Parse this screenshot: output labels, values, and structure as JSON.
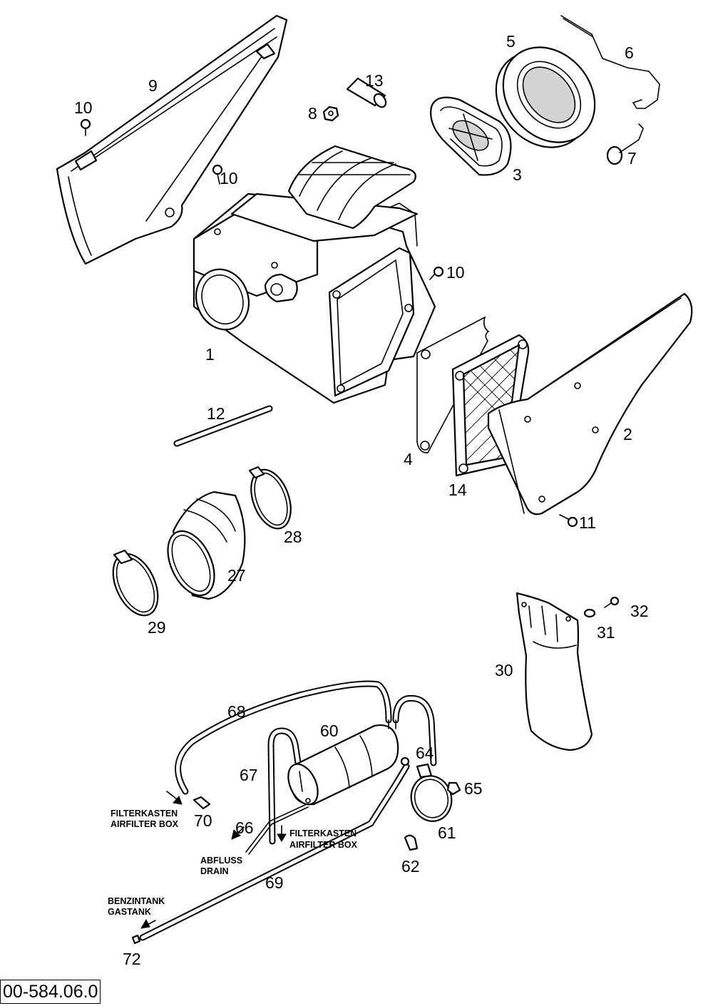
{
  "callouts": {
    "c1": "1",
    "c2": "2",
    "c3": "3",
    "c4": "4",
    "c5": "5",
    "c6": "6",
    "c7": "7",
    "c8": "8",
    "c9": "9",
    "c10a": "10",
    "c10b": "10",
    "c10c": "10",
    "c11": "11",
    "c12": "12",
    "c13": "13",
    "c14": "14",
    "c27": "27",
    "c28": "28",
    "c29": "29",
    "c30": "30",
    "c31": "31",
    "c32": "32",
    "c60": "60",
    "c61": "61",
    "c62": "62",
    "c64": "64",
    "c65": "65",
    "c66": "66",
    "c67": "67",
    "c68": "68",
    "c69": "69",
    "c70": "70",
    "c72": "72"
  },
  "notes": {
    "filterkasten_left_de": "FILTERKASTEN",
    "filterkasten_left_en": "AIRFILTER BOX",
    "filterkasten_right_de": "FILTERKASTEN",
    "filterkasten_right_en": "AIRFILTER BOX",
    "drain_de": "ABFLUSS",
    "drain_en": "DRAIN",
    "tank_de": "BENZINTANK",
    "tank_en": "GASTANK"
  },
  "drawing_id": "00-584.06.0"
}
